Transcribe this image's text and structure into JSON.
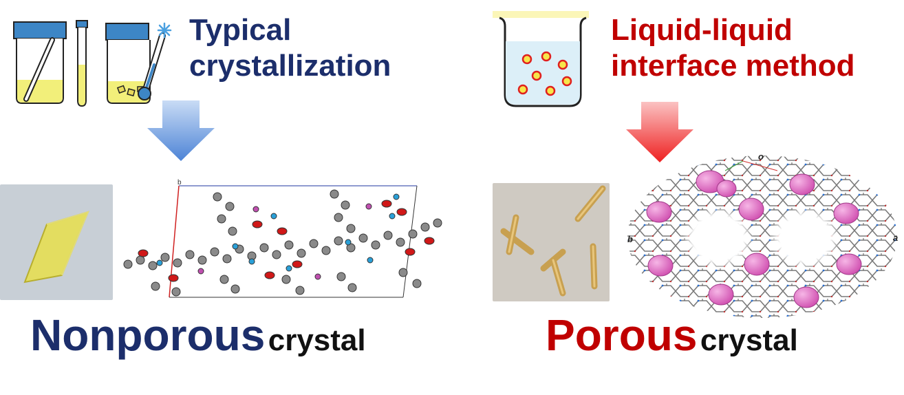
{
  "left": {
    "heading": [
      "Typical",
      "crystallization"
    ],
    "caption_main": "Nonporous",
    "caption_sub": "crystal",
    "structure_axis_label": "b",
    "colors": {
      "heading": "#1c2e6b",
      "arrow": "#5b8ed8",
      "vial_cap": "#3d86c6",
      "solution": "#f2ef7a"
    }
  },
  "right": {
    "heading": [
      "Liquid-liquid",
      "interface method"
    ],
    "caption_main": "Porous",
    "caption_sub": "crystal",
    "structure_axis_labels": [
      "o",
      "b",
      "a"
    ],
    "colors": {
      "heading": "#c00000",
      "arrow": "#f03030",
      "droplet": "#f7e64a",
      "droplet_outline": "#e0201e",
      "pore_spheres": "#e070c0"
    }
  }
}
